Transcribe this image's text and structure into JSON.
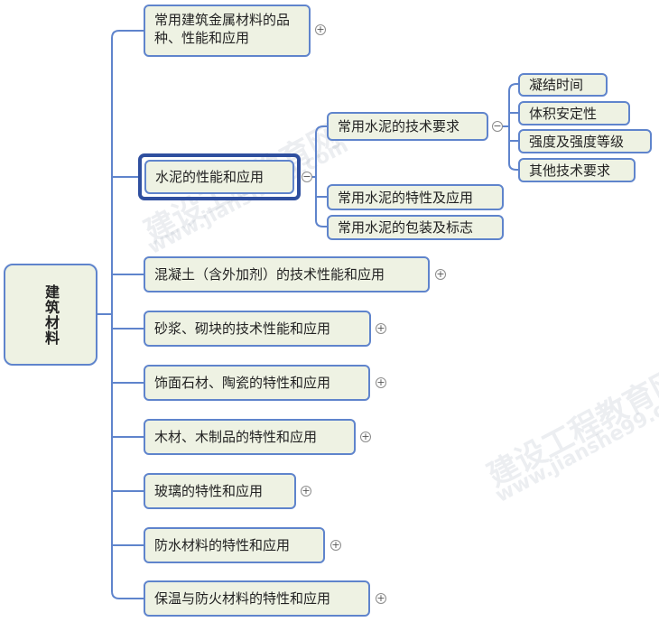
{
  "root": {
    "label": "建筑材料"
  },
  "branches": [
    {
      "label": "常用建筑金属材料的品种、性能和应用",
      "toggle": "+"
    },
    {
      "label": "水泥的性能和应用",
      "toggle": "−",
      "children": [
        {
          "label": "常用水泥的技术要求",
          "toggle": "−",
          "children": [
            {
              "label": "凝结时间"
            },
            {
              "label": "体积安定性"
            },
            {
              "label": "强度及强度等级"
            },
            {
              "label": "其他技术要求"
            }
          ]
        },
        {
          "label": "常用水泥的特性及应用"
        },
        {
          "label": "常用水泥的包装及标志"
        }
      ]
    },
    {
      "label": "混凝土（含外加剂）的技术性能和应用",
      "toggle": "+"
    },
    {
      "label": "砂浆、砌块的技术性能和应用",
      "toggle": "+"
    },
    {
      "label": "饰面石材、陶瓷的特性和应用",
      "toggle": "+"
    },
    {
      "label": "木材、木制品的特性和应用",
      "toggle": "+"
    },
    {
      "label": "玻璃的特性和应用",
      "toggle": "+"
    },
    {
      "label": "防水材料的特性和应用",
      "toggle": "+"
    },
    {
      "label": "保温与防火材料的特性和应用",
      "toggle": "+"
    }
  ],
  "watermark": {
    "cn": "建设工程教育网",
    "url": "www.jianshe99.com"
  },
  "colors": {
    "node_fill": "#eef2e3",
    "node_border": "#5f84cc",
    "connector": "#5f84cc",
    "selected_border": "#2f4f9f"
  }
}
